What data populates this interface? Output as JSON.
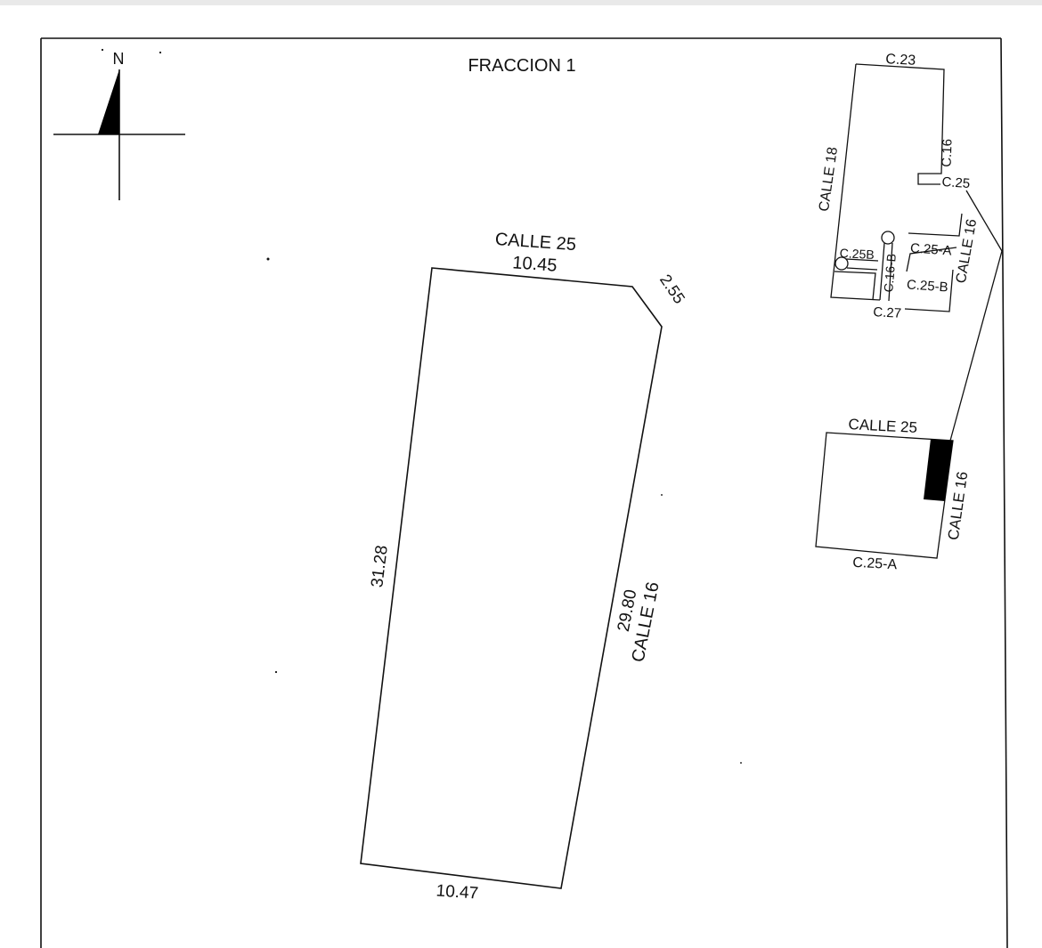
{
  "sheet": {
    "title": "FRACCION 1",
    "north_label": "N"
  },
  "parcel": {
    "north_street": "CALLE 25",
    "north_length": "10.45",
    "chamfer_length": "2.55",
    "west_length": "31.28",
    "east_length": "29.80",
    "east_street": "CALLE 16",
    "south_length": "10.47"
  },
  "location_map": {
    "labels": {
      "c23": "C.23",
      "calle18": "CALLE 18",
      "c16": "C.16",
      "c25": "C.25",
      "calle16": "CALLE 16",
      "c25a": "C.25-A",
      "c25b_left": "C.25B",
      "c16b": "C.16-B",
      "c25b_right": "C.25-B",
      "c27": "C.27"
    }
  },
  "block_detail": {
    "north_street": "CALLE 25",
    "east_street": "CALLE 16",
    "south_street": "C.25-A"
  },
  "colors": {
    "line": "#111111",
    "fill_dark": "#000000",
    "paper": "#ffffff",
    "border_top": "#e9e9e9"
  }
}
